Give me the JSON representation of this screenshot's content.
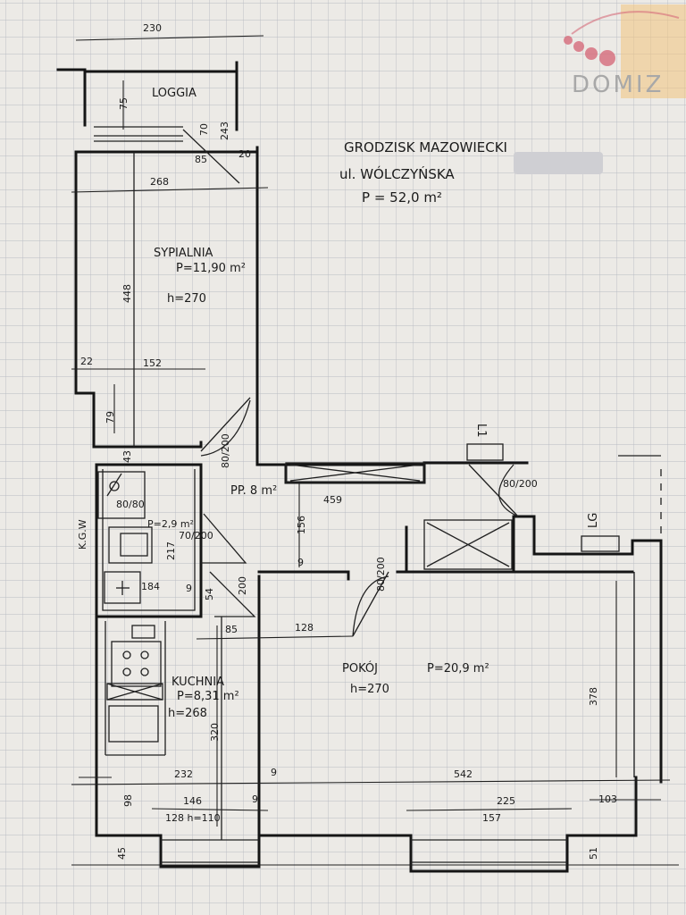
{
  "address": {
    "city": "GRODZISK MAZOWIECKI",
    "street": "ul. WÓLCZYŃSKA",
    "area": "P = 52,0 m²"
  },
  "logo": {
    "text": "DOMIZ"
  },
  "rooms": {
    "loggia": {
      "name": "LOGGIA"
    },
    "bedroom": {
      "name": "SYPIALNIA",
      "area": "P=11,90 m²",
      "height": "h=270"
    },
    "hall": {
      "name": "PP. 8 m²"
    },
    "bathroom": {
      "area": "P=2,9 m²",
      "tag": "K.G.W"
    },
    "kitchen": {
      "name": "KUCHNIA",
      "area": "P=8,31 m²",
      "height": "h=268"
    },
    "living": {
      "name": "POKÓJ",
      "area": "P=20,9 m²",
      "height": "h=270"
    },
    "label_lg": "LG",
    "label_l1": "L1"
  },
  "dimensions": {
    "d230": "230",
    "d75": "75",
    "d243": "243",
    "d70": "70",
    "d85a": "85",
    "d20": "20",
    "d268": "268",
    "d448": "448",
    "d22": "22",
    "d152": "152",
    "d79": "79",
    "d43": "43",
    "d80_200a": "80/200",
    "d80_80": "80/80",
    "d70_200": "70/200",
    "d217": "217",
    "d184": "184",
    "d9a": "9",
    "d54": "54",
    "d200a": "200",
    "d85b": "85",
    "d128a": "128",
    "d80_200b": "80/200",
    "d156": "156",
    "d459": "459",
    "d9b": "9",
    "d80_200c": "80/200",
    "d378": "378",
    "d320": "320",
    "d232": "232",
    "d9c": "9",
    "d542": "542",
    "d98": "98",
    "d146": "146",
    "d9d": "9",
    "d128_110": "128 h=110",
    "d225": "225",
    "d157": "157",
    "d103": "103",
    "d45": "45",
    "d51": "51"
  },
  "colors": {
    "ink": "#151515",
    "grid": "#b9bcc3",
    "paper": "#eceae6",
    "logo_pink": "#d66a7a",
    "logo_orange": "#f2c27c"
  }
}
